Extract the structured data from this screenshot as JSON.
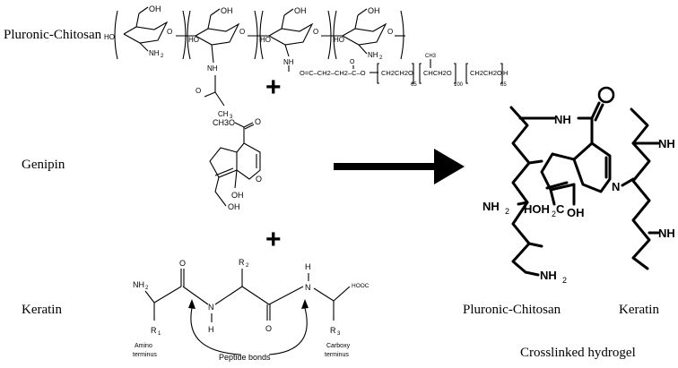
{
  "labels": {
    "pluronic_chitosan": "Pluronic-Chitosan",
    "genipin": "Genipin",
    "keratin": "Keratin",
    "product_pluronic_chitosan": "Pluronic-Chitosan",
    "product_keratin": "Keratin",
    "crosslinked_hydrogel": "Crosslinked hydrogel"
  },
  "chitosan_structure": {
    "oh": "OH",
    "nh2": "NH",
    "nh2_sub": "2",
    "ho": "HO",
    "o": "O",
    "nh": "NH",
    "h3c": "CH",
    "h3c_sub": "3",
    "chain_text": "O=C–CH2–CH2–C–O",
    "peo1": "CH2CH2O",
    "ppo": "CHCH2O",
    "ppo_ch3": "CH3",
    "peo2": "CH2CH2O",
    "n1": "65",
    "n2": "100",
    "n3": "65",
    "h": "H"
  },
  "genipin_structure": {
    "ch3o": "CH3O",
    "o_carbonyl": "O",
    "o_ring": "O",
    "oh": "OH",
    "oh_ch2": "OH"
  },
  "keratin_structure": {
    "nh2": "NH",
    "nh2_sub": "2",
    "o1": "O",
    "o2": "O",
    "n1": "N",
    "h1": "H",
    "n2": "N",
    "h2": "H",
    "r1": "R",
    "r1_sub": "1",
    "r2": "R",
    "r2_sub": "2",
    "r3": "R",
    "r3_sub": "3",
    "hooc": "HOOC",
    "amino_terminus_1": "Amino",
    "amino_terminus_2": "terminus",
    "peptide_bonds": "Peptide bonds",
    "carboxy_terminus_1": "Carboxy",
    "carboxy_terminus_2": "terminus"
  },
  "product_structure": {
    "nh": "NH",
    "o": "O",
    "n": "N",
    "nh2_a": "NH",
    "nh2_b": "NH",
    "nh2_c": "NH",
    "nh2_d": "NH",
    "sub2": "2",
    "hoh2c": "HOH",
    "c": "C",
    "oh": "OH"
  },
  "symbols": {
    "plus_top": "+",
    "plus_bottom": "+"
  }
}
